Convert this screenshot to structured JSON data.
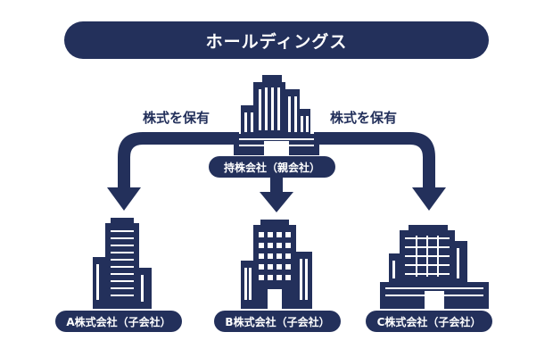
{
  "colors": {
    "navy": "#23305b",
    "white": "#ffffff"
  },
  "title": "ホールディングス",
  "edge_labels": {
    "left": "株式を保有",
    "right": "株式を保有"
  },
  "nodes": {
    "parent": "持株会社（親会社）",
    "child_a": "A株式会社（子会社）",
    "child_b": "B株式会社（子会社）",
    "child_c": "C株式会社（子会社）"
  },
  "icons": {
    "parent": "office-tower-icon",
    "child_a": "tall-building-icon",
    "child_b": "office-building-icon",
    "child_c": "corporate-building-icon"
  }
}
